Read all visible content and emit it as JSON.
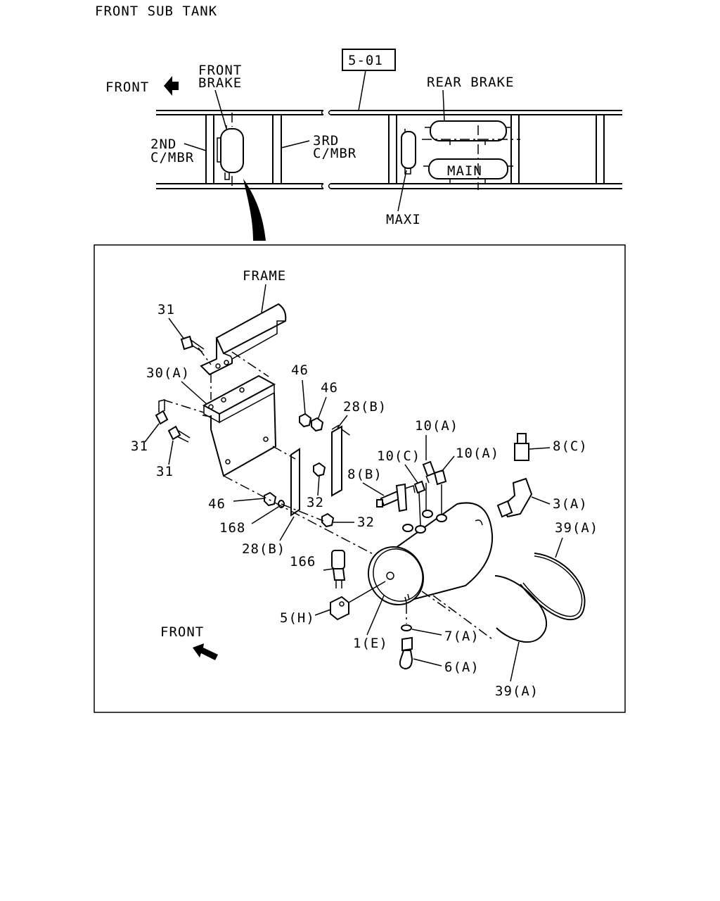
{
  "title": "FRONT SUB TANK",
  "overview": {
    "ref": "5-01",
    "front": "FRONT",
    "front_brake_1": "FRONT",
    "front_brake_2": "BRAKE",
    "rear_brake": "REAR BRAKE",
    "second_mbr_1": "2ND",
    "second_mbr_2": "C/MBR",
    "third_mbr_1": "3RD",
    "third_mbr_2": "C/MBR",
    "main": "MAIN",
    "maxi": "MAXI"
  },
  "detail": {
    "frame": "FRAME",
    "front": "FRONT",
    "callouts": {
      "c31a": "31",
      "c30a": "30(A)",
      "c31b": "31",
      "c31c": "31",
      "c46a": "46",
      "c46b": "46",
      "c28b_top": "28(B)",
      "c10a_top": "10(A)",
      "c10c": "10(C)",
      "c10a_mid": "10(A)",
      "c8c": "8(C)",
      "c8b": "8(B)",
      "c3a": "3(A)",
      "c32a": "32",
      "c32b": "32",
      "c46c": "46",
      "c168": "168",
      "c28b_bot": "28(B)",
      "c39a_top": "39(A)",
      "c166": "166",
      "c5h": "5(H)",
      "c1e": "1(E)",
      "c7a": "7(A)",
      "c6a": "6(A)",
      "c39a_bot": "39(A)"
    }
  }
}
